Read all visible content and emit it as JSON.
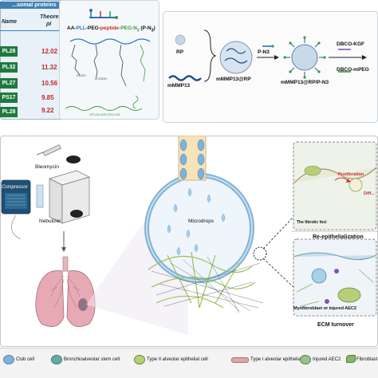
{
  "table": {
    "title": "...somal proteins",
    "col_name": "Name",
    "col_pi_line1": "Theoretical",
    "col_pi_line2": "pI",
    "rows": [
      {
        "name": "PL28",
        "pi": "12.02"
      },
      {
        "name": "PL32",
        "pi": "11.32"
      },
      {
        "name": "PL27",
        "pi": "10.56"
      },
      {
        "name": "PS17",
        "pi": "9.85"
      },
      {
        "name": "PL28",
        "pi": "9.22"
      }
    ]
  },
  "chemistry": {
    "title_aa": "AA-",
    "title_pll": "PLL",
    "title_peg1": "-PEG-",
    "title_peptide": "peptide",
    "title_peg2": "-PEG-N",
    "title_sub": "3",
    "title_end": " (P-N",
    "title_sub2": "3",
    "title_close": ")",
    "bottom_caption": "GPLGLAGR-PEG-N3"
  },
  "workflow": {
    "rp_label": "RP",
    "mmmp13_label": "mMMP13",
    "complex1_label": "mMMP13@RP",
    "pn3_label": "P-N3",
    "complex2_label": "mMMP13@RP/P-N3",
    "dbco_kgf": "DBCO-KGF",
    "dbco_mpeg": "DBCO-mPEG"
  },
  "main": {
    "bleomycin": "Bleomycin",
    "compressor": "Compressor",
    "nebulizer": "Nebulizer",
    "microdrops": "Microdrops",
    "fibrotic_foci": "The fibrotic foci",
    "proliferation": "Proliferation",
    "diff": "Diff...",
    "reepithelialization": "Re-epithelialization",
    "myofibroblast": "Myofibroblast or injured AEC2",
    "ecm_turnover": "ECM turnover"
  },
  "legend": [
    {
      "label": "Club cell",
      "icon": "club-cell-icon",
      "color": "#7fb2d6"
    },
    {
      "label": "Bronchioalveolar stem cell",
      "icon": "stem-cell-icon",
      "color": "#6aa9a0"
    },
    {
      "label": "Type II alveolar epithelial cell",
      "icon": "type2-cell-icon",
      "color": "#b8cf7a"
    },
    {
      "label": "Type I alveolar epithelial cell",
      "icon": "type1-cell-icon",
      "color": "#d9a8a8"
    },
    {
      "label": "Injured AEC2",
      "icon": "injured-aec2-icon",
      "color": "#9fbf8f"
    },
    {
      "label": "Fibroblast",
      "icon": "fibroblast-icon",
      "color": "#8ab46a"
    }
  ],
  "colors": {
    "accent_blue": "#3f7fb4",
    "table_green": "#1f7a3e",
    "pi_red": "#c0282b",
    "lung_pink": "#e7a9b4",
    "fiber_green": "#9bc35a"
  }
}
